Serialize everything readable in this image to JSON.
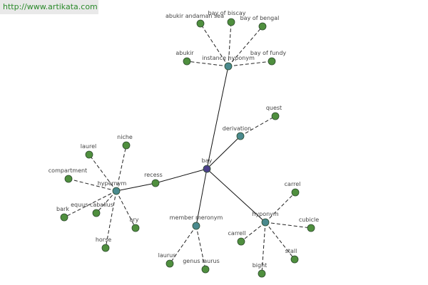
{
  "watermark": {
    "text": "http://www.artikata.com"
  },
  "graph": {
    "colors": {
      "center": "#4b3f8a",
      "relation": "#4a8a8e",
      "leaf": "#4f8f3e",
      "node_stroke": "#2c4a2c"
    },
    "center": {
      "id": "bay",
      "label": "bay"
    },
    "relations": [
      {
        "id": "instance-hyponym",
        "label": "instance hyponym"
      },
      {
        "id": "derivation",
        "label": "derivation"
      },
      {
        "id": "recess",
        "label": "recess"
      },
      {
        "id": "hypernym",
        "label": "hypernym"
      },
      {
        "id": "member-meronym",
        "label": "member meronym"
      },
      {
        "id": "hyponym",
        "label": "hyponym"
      }
    ],
    "leaves": [
      {
        "id": "abukir-andaman-sea",
        "label": "abukir andaman sea",
        "parent": "instance-hyponym"
      },
      {
        "id": "bay-of-biscay",
        "label": "bay of biscay",
        "parent": "instance-hyponym"
      },
      {
        "id": "bay-of-bengal",
        "label": "bay of bengal",
        "parent": "instance-hyponym"
      },
      {
        "id": "abukir",
        "label": "abukir",
        "parent": "instance-hyponym"
      },
      {
        "id": "bay-of-fundy",
        "label": "bay of fundy",
        "parent": "instance-hyponym"
      },
      {
        "id": "quest",
        "label": "quest",
        "parent": "derivation"
      },
      {
        "id": "niche",
        "label": "niche",
        "parent": "hypernym"
      },
      {
        "id": "laurel",
        "label": "laurel",
        "parent": "hypernym"
      },
      {
        "id": "compartment",
        "label": "compartment",
        "parent": "hypernym"
      },
      {
        "id": "bark",
        "label": "bark",
        "parent": "hypernym"
      },
      {
        "id": "equus-caballus",
        "label": "equus caballus",
        "parent": "hypernym"
      },
      {
        "id": "ary",
        "label": "ary",
        "parent": "hypernym"
      },
      {
        "id": "horse",
        "label": "horse",
        "parent": "hypernym"
      },
      {
        "id": "laurus",
        "label": "laurus",
        "parent": "member-meronym"
      },
      {
        "id": "genus-laurus",
        "label": "genus laurus",
        "parent": "member-meronym"
      },
      {
        "id": "carrel-top",
        "label": "carrel",
        "parent": "hyponym"
      },
      {
        "id": "cubicle",
        "label": "cubicle",
        "parent": "hyponym"
      },
      {
        "id": "carrell",
        "label": "carrell",
        "parent": "hyponym"
      },
      {
        "id": "stall",
        "label": "stall",
        "parent": "hyponym"
      },
      {
        "id": "bight",
        "label": "bight",
        "parent": "hyponym"
      }
    ]
  }
}
